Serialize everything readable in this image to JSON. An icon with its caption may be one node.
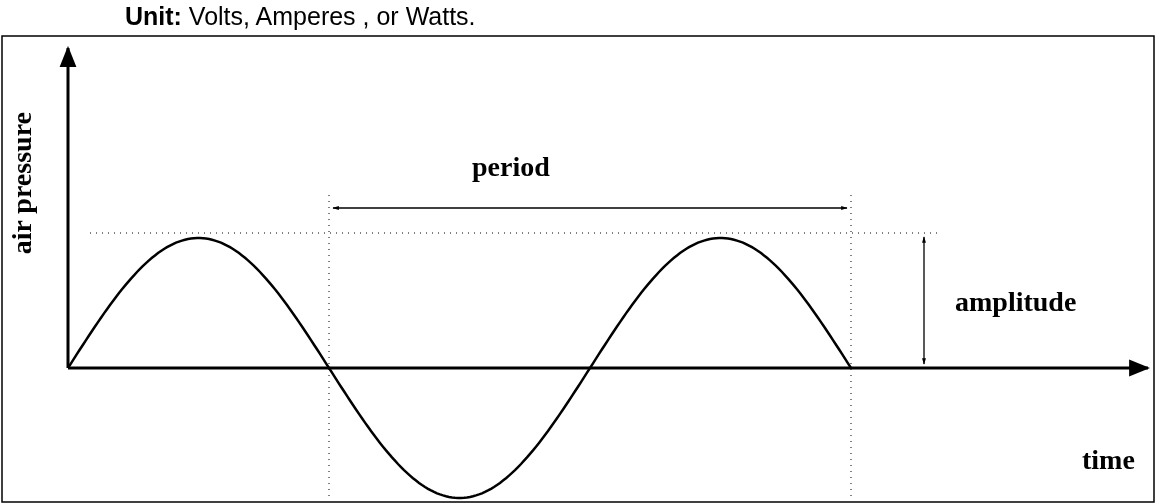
{
  "diagram": {
    "labels": [
      "**Unit:** Volts, Amperes , or Watts.",
      "air pressure",
      "period",
      "amplitude",
      "time"
    ]
  }
}
